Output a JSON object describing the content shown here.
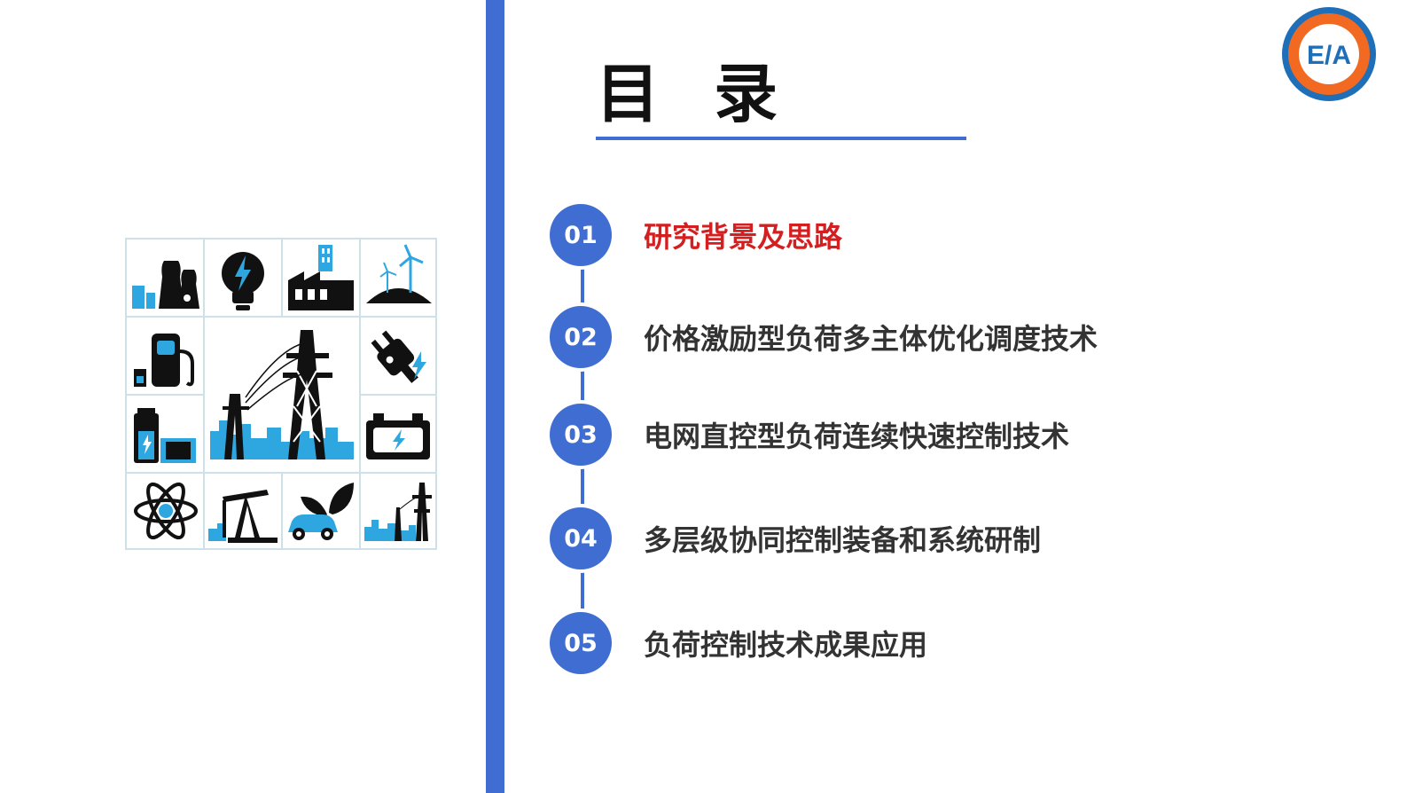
{
  "title": "目 录",
  "logo": {
    "icon": "school-emblem-icon",
    "text": "E/A",
    "colors": {
      "ring": "#1f6fb8",
      "accent": "#f26a21"
    }
  },
  "toc": {
    "items": [
      {
        "num": "01",
        "label": "研究背景及思路",
        "active": true
      },
      {
        "num": "02",
        "label": "价格激励型负荷多主体优化调度技术"
      },
      {
        "num": "03",
        "label": "电网直控型负荷连续快速控制技术"
      },
      {
        "num": "04",
        "label": "多层级协同控制装备和系统研制"
      },
      {
        "num": "05",
        "label": "负荷控制技术成果应用"
      }
    ]
  },
  "colors": {
    "accent": "#3f6dd1",
    "active": "#d31f1f",
    "text": "#333333",
    "icon_blue": "#2ea7e0",
    "icon_dark": "#111111"
  },
  "icons": [
    "nuclear-plant-icon",
    "lightbulb-icon",
    "factory-icon",
    "wind-turbine-icon",
    "fuel-pump-icon",
    "power-tower-icon",
    "electric-plug-icon",
    "battery-stack-icon",
    "car-battery-icon",
    "atom-icon",
    "oil-pump-icon",
    "eco-car-icon",
    "city-power-line-icon"
  ]
}
